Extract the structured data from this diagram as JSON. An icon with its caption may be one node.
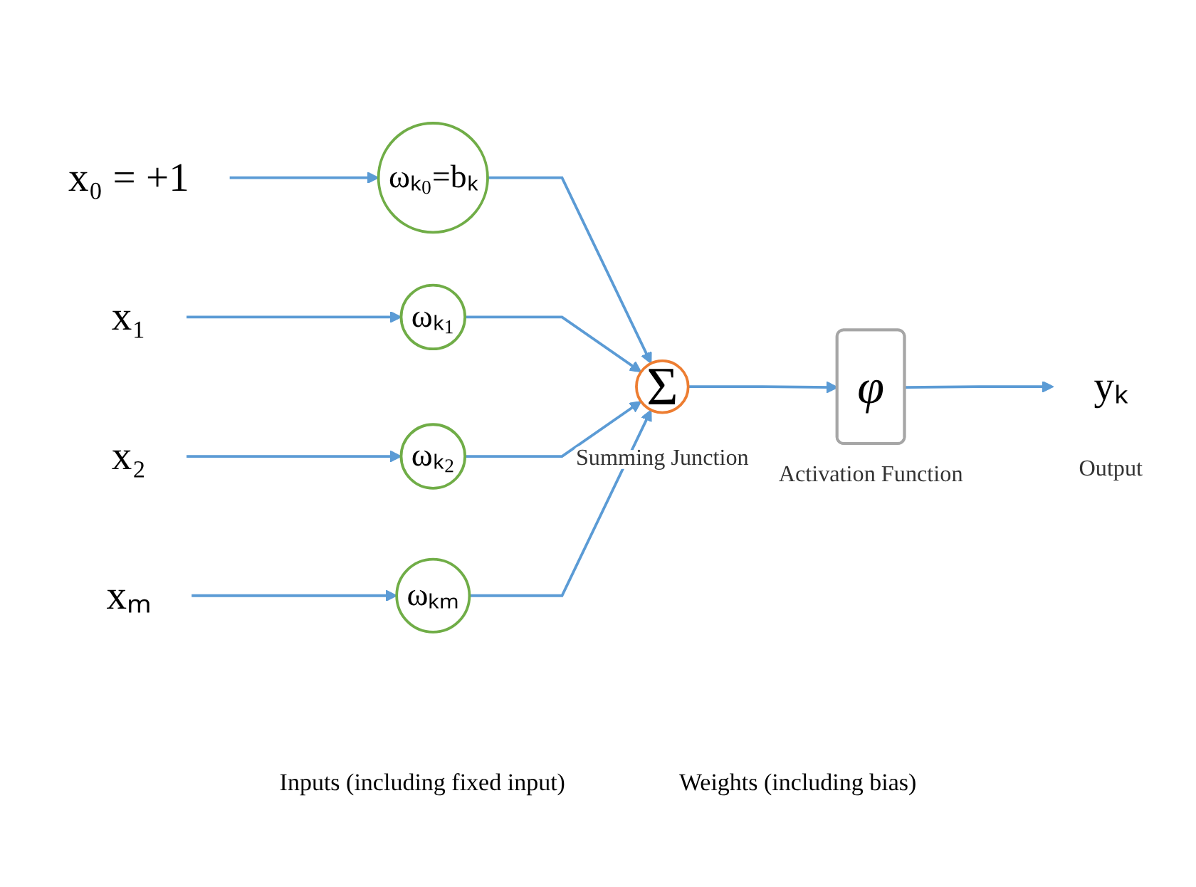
{
  "diagram": {
    "nodes": [
      {
        "text": [
          "x₀ = +1"
        ]
      },
      {
        "text": [
          "x₁"
        ]
      },
      {
        "text": [
          "x₂"
        ]
      },
      {
        "text": [
          "xₘ"
        ]
      },
      {
        "text": [
          "ωₖ₀=bₖ"
        ]
      },
      {
        "text": [
          "ωₖ₁"
        ]
      },
      {
        "text": [
          "ωₖ₂"
        ]
      },
      {
        "text": [
          "ωₖₘ"
        ]
      },
      {
        "text": [
          "Σ"
        ],
        "beside": [
          "Summing Junction"
        ]
      },
      {
        "text": [
          "φ"
        ],
        "beside": [
          "Activation Function"
        ]
      },
      {
        "text": [
          "yₖ"
        ],
        "beside": [
          "Output"
        ]
      }
    ],
    "edges": [
      {
        "from": 0,
        "to": 4,
        "arrow": "to"
      },
      {
        "from": 1,
        "to": 5,
        "arrow": "to"
      },
      {
        "from": 2,
        "to": 6,
        "arrow": "to"
      },
      {
        "from": 3,
        "to": 7,
        "arrow": "to"
      },
      {
        "from": 4,
        "to": 8,
        "arrow": "to"
      },
      {
        "from": 5,
        "to": 8,
        "arrow": "to"
      },
      {
        "from": 6,
        "to": 8,
        "arrow": "to"
      },
      {
        "from": 7,
        "to": 8,
        "arrow": "to"
      },
      {
        "from": 8,
        "to": 9,
        "arrow": "to"
      },
      {
        "from": 9,
        "to": 10,
        "arrow": "to"
      }
    ],
    "labels": [
      "Inputs (including fixed input)",
      "Weights (including bias)"
    ]
  }
}
